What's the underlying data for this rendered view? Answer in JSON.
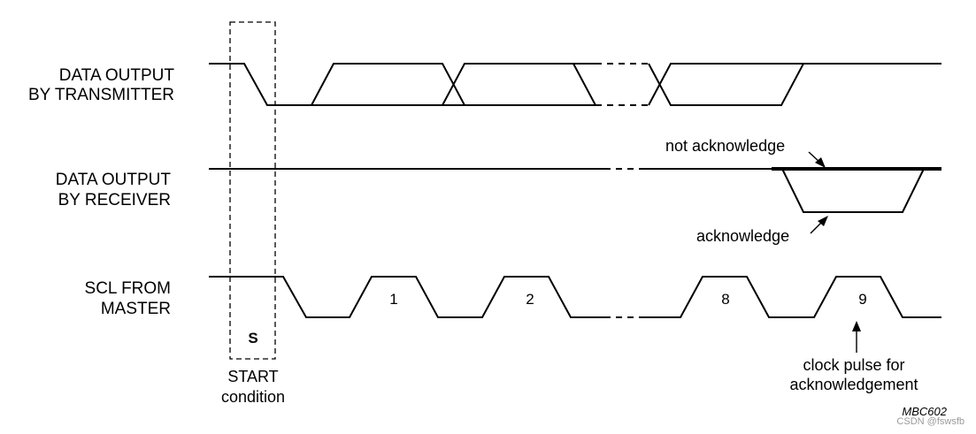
{
  "signals": {
    "transmitter": {
      "line1": "DATA OUTPUT",
      "line2": "BY TRANSMITTER"
    },
    "receiver": {
      "line1": "DATA OUTPUT",
      "line2": "BY RECEIVER"
    },
    "scl": {
      "line1": "SCL FROM",
      "line2": "MASTER"
    }
  },
  "annotations": {
    "not_acknowledge": "not acknowledge",
    "acknowledge": "acknowledge",
    "clock_pulse_line1": "clock pulse for",
    "clock_pulse_line2": "acknowledgement",
    "start_s": "S",
    "start_line1": "START",
    "start_line2": "condition"
  },
  "clock_pulses": [
    "1",
    "2",
    "8",
    "9"
  ],
  "figure_code": "MBC602",
  "watermark": "CSDN @fswsfb"
}
